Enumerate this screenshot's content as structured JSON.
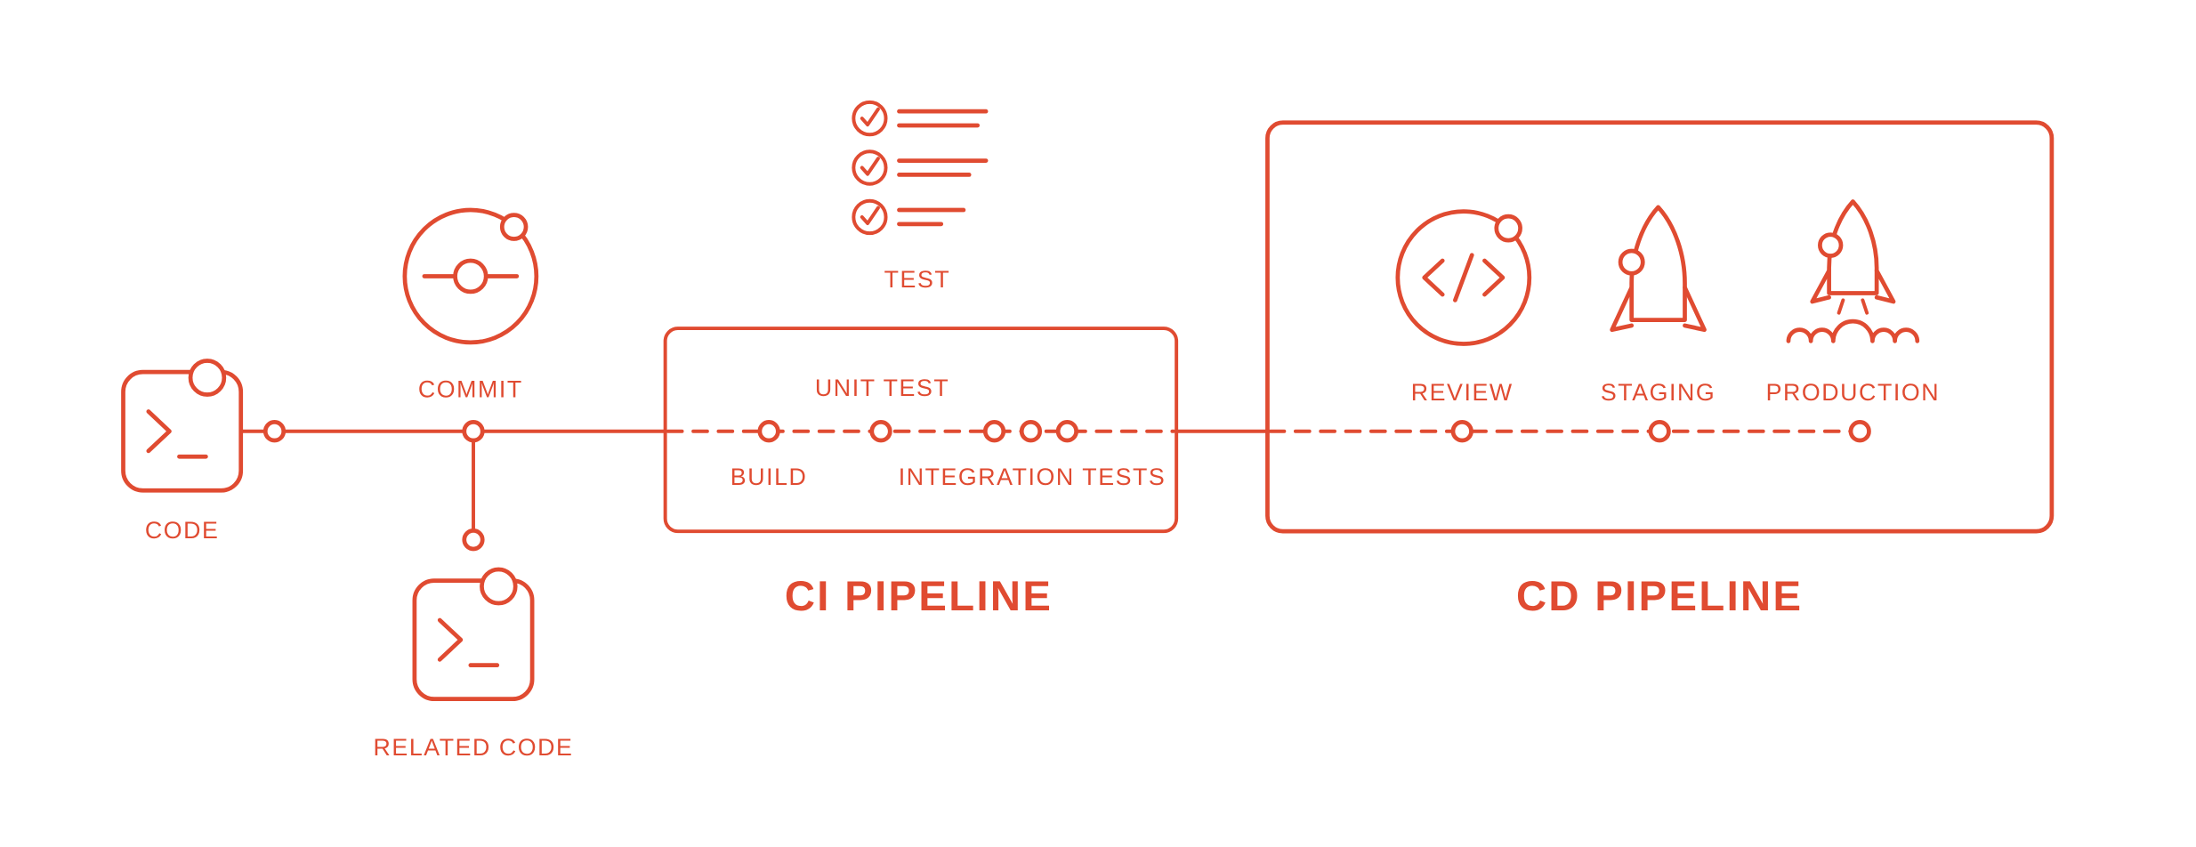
{
  "colors": {
    "accent": "#e04b31",
    "background": "#ffffff"
  },
  "labels": {
    "code": "CODE",
    "commit": "COMMIT",
    "related_code": "RELATED CODE",
    "test": "TEST",
    "unit_test": "UNIT TEST",
    "build": "BUILD",
    "integration_tests": "INTEGRATION TESTS",
    "review": "REVIEW",
    "staging": "STAGING",
    "production": "PRODUCTION"
  },
  "sections": {
    "ci_title": "CI PIPELINE",
    "cd_title": "CD PIPELINE"
  }
}
